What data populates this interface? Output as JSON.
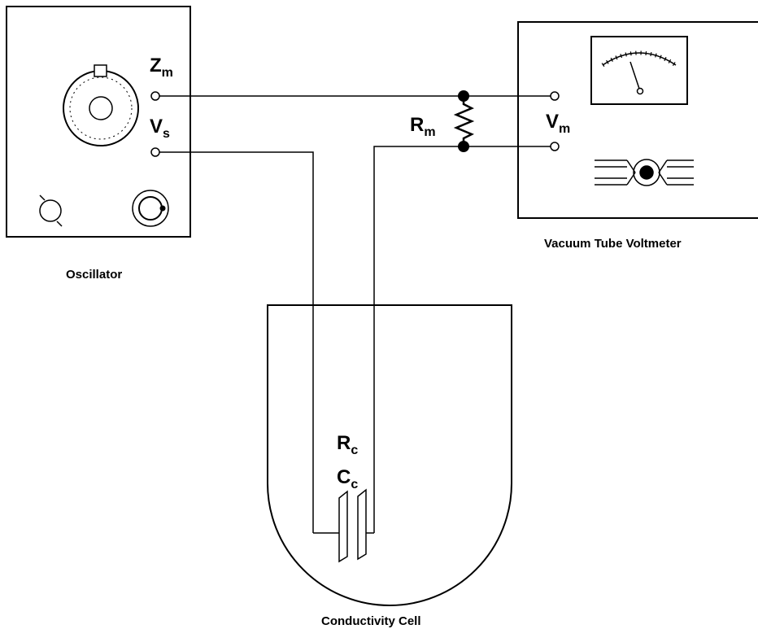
{
  "oscillator": {
    "caption": "Oscillator",
    "terminal_top_main": "Z",
    "terminal_top_sub": "m",
    "terminal_bottom_main": "V",
    "terminal_bottom_sub": "s"
  },
  "resistor": {
    "main": "R",
    "sub": "m"
  },
  "voltmeter": {
    "caption": "Vacuum Tube Voltmeter",
    "terminal_main": "V",
    "terminal_sub": "m"
  },
  "cell": {
    "caption": "Conductivity Cell",
    "resistance_main": "R",
    "resistance_sub": "c",
    "capacitance_main": "C",
    "capacitance_sub": "c"
  }
}
